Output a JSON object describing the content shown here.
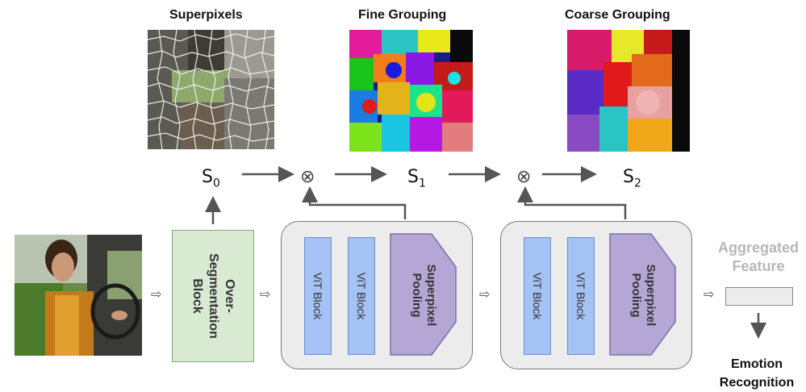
{
  "titles": {
    "superpixels": "Superpixels",
    "fine": "Fine Grouping",
    "coarse": "Coarse Grouping"
  },
  "s_labels": [
    {
      "base": "S",
      "sub": "0"
    },
    {
      "base": "S",
      "sub": "1"
    },
    {
      "base": "S",
      "sub": "2"
    }
  ],
  "blocks": {
    "overseg_line1": "Over-",
    "overseg_line2": "Segmentation",
    "overseg_line3": "Block",
    "vit": "ViT Block",
    "pool_line1": "Superpixel",
    "pool_line2": "Pooling"
  },
  "output": {
    "aggregated_line1": "Aggregated",
    "aggregated_line2": "Feature",
    "emotion_line1": "Emotion",
    "emotion_line2": "Recognition"
  },
  "symbols": {
    "multiply": "⊗",
    "outline_arrow": "⇨"
  },
  "colors": {
    "vit_fill": "#a4c2f4",
    "pool_fill": "#b4a7d6",
    "overseg_fill": "#d9ead3",
    "stage_fill": "#ececec",
    "arrow": "#555555"
  }
}
